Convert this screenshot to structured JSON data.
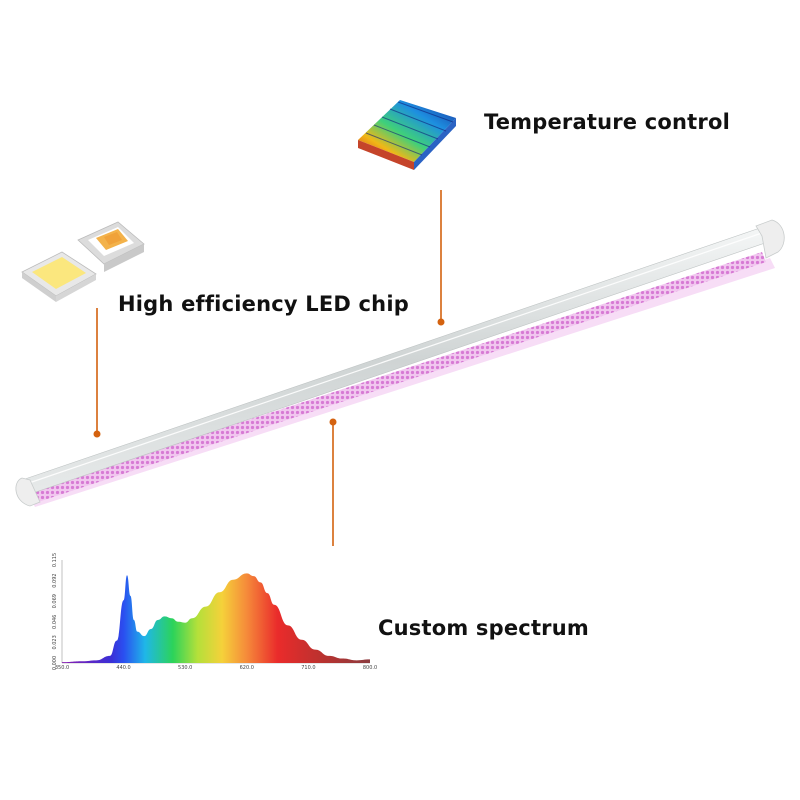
{
  "callouts": {
    "temperature": {
      "label": "Temperature control"
    },
    "chip": {
      "label": "High efficiency LED chip"
    },
    "spectrum": {
      "label": "Custom spectrum"
    }
  },
  "colors": {
    "callout_line": "#d4620f",
    "tube_body": "#d8dcdc",
    "led_glow": "#e9a6e6",
    "end_cap": "#eeeeee"
  },
  "icons": {
    "heatsink": "heatsink-thermal-icon",
    "led_chip": "smd-led-chip-icon"
  },
  "chart_data": {
    "type": "area",
    "title": "",
    "xlabel": "",
    "ylabel": "",
    "xlim": [
      350,
      800
    ],
    "ylim": [
      0,
      0.115
    ],
    "x_ticks": [
      "350.0",
      "440.0",
      "530.0",
      "620.0",
      "710.0",
      "800.0"
    ],
    "y_ticks": [
      "0.000",
      "0.023",
      "0.046",
      "0.069",
      "0.092",
      "0.115"
    ],
    "x": [
      350,
      380,
      400,
      420,
      430,
      440,
      445,
      450,
      455,
      460,
      470,
      480,
      490,
      500,
      510,
      520,
      530,
      540,
      560,
      580,
      600,
      620,
      630,
      640,
      650,
      660,
      680,
      700,
      720,
      740,
      760,
      780,
      800
    ],
    "values": [
      0.001,
      0.002,
      0.003,
      0.008,
      0.025,
      0.07,
      0.098,
      0.075,
      0.048,
      0.035,
      0.03,
      0.038,
      0.048,
      0.052,
      0.05,
      0.046,
      0.045,
      0.05,
      0.063,
      0.079,
      0.093,
      0.1,
      0.097,
      0.09,
      0.078,
      0.065,
      0.042,
      0.026,
      0.015,
      0.008,
      0.005,
      0.003,
      0.004
    ]
  }
}
